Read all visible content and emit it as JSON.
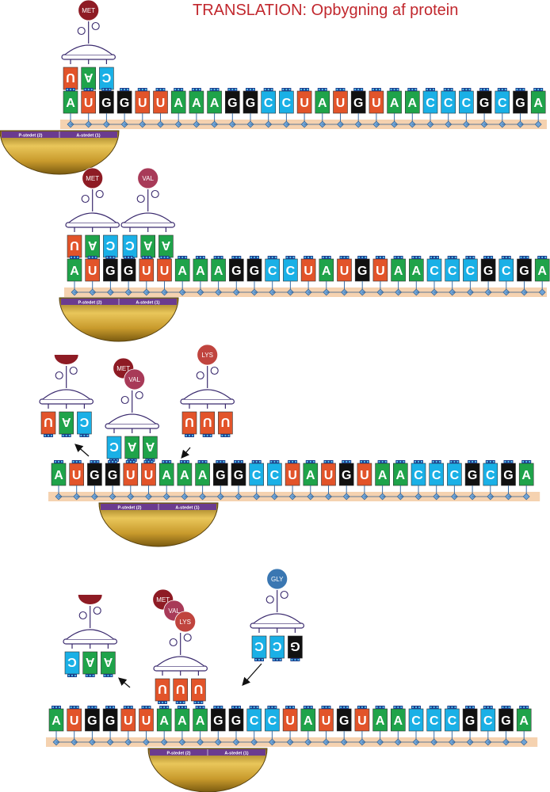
{
  "title": "TRANSLATION: Opbygning af protein",
  "mrna_sequence": [
    "A",
    "U",
    "G",
    "G",
    "U",
    "U",
    "A",
    "A",
    "A",
    "G",
    "G",
    "C",
    "C",
    "U",
    "A",
    "U",
    "G",
    "U",
    "A",
    "A",
    "C",
    "C",
    "C",
    "G",
    "C",
    "G",
    "A"
  ],
  "ribosome_labels": {
    "p_site": "P-stedet (2)",
    "a_site": "A-stedet (1)"
  },
  "colors": {
    "A": "#1fa34a",
    "U": "#e2542a",
    "G": "#111111",
    "C": "#1ab0e6",
    "title": "#c1272d",
    "ribosome": "#c8a23a",
    "site_bar": "#6b3b8f",
    "backbone": "#f5d2b0",
    "trna_outline": "#3a2a6e"
  },
  "amino_acids": {
    "MET": {
      "label": "MET",
      "color": "#8e1b24"
    },
    "VAL": {
      "label": "VAL",
      "color": "#a83a58"
    },
    "LYS": {
      "label": "LYS",
      "color": "#c0443e"
    },
    "GLY": {
      "label": "GLY",
      "color": "#3a77b2"
    }
  },
  "stages": [
    {
      "name": "stage-1",
      "mrna_start": 0,
      "trnas": [
        {
          "anticodon": [
            "U",
            "A",
            "C"
          ],
          "amino_acids": [
            "MET"
          ],
          "empty_cap": false
        }
      ]
    },
    {
      "name": "stage-2",
      "mrna_start": 0,
      "trnas": [
        {
          "anticodon": [
            "U",
            "A",
            "C"
          ],
          "amino_acids": [
            "MET"
          ],
          "empty_cap": false
        },
        {
          "anticodon": [
            "C",
            "A",
            "A"
          ],
          "amino_acids": [
            "VAL"
          ],
          "empty_cap": false
        }
      ]
    },
    {
      "name": "stage-3",
      "mrna_start": 0,
      "trnas": [
        {
          "anticodon": [
            "U",
            "A",
            "C"
          ],
          "amino_acids": [],
          "empty_cap": true
        },
        {
          "anticodon": [
            "C",
            "A",
            "A"
          ],
          "amino_acids": [
            "MET",
            "VAL"
          ],
          "empty_cap": false
        },
        {
          "anticodon": [
            "U",
            "U",
            "U"
          ],
          "amino_acids": [
            "LYS"
          ],
          "empty_cap": false
        }
      ]
    },
    {
      "name": "stage-4",
      "mrna_start": 0,
      "trnas": [
        {
          "anticodon": [
            "C",
            "A",
            "A"
          ],
          "amino_acids": [],
          "empty_cap": true
        },
        {
          "anticodon": [
            "U",
            "U",
            "U"
          ],
          "amino_acids": [
            "MET",
            "VAL",
            "LYS"
          ],
          "empty_cap": false
        },
        {
          "anticodon": [
            "C",
            "C",
            "G"
          ],
          "amino_acids": [
            "GLY"
          ],
          "empty_cap": false
        }
      ]
    }
  ]
}
